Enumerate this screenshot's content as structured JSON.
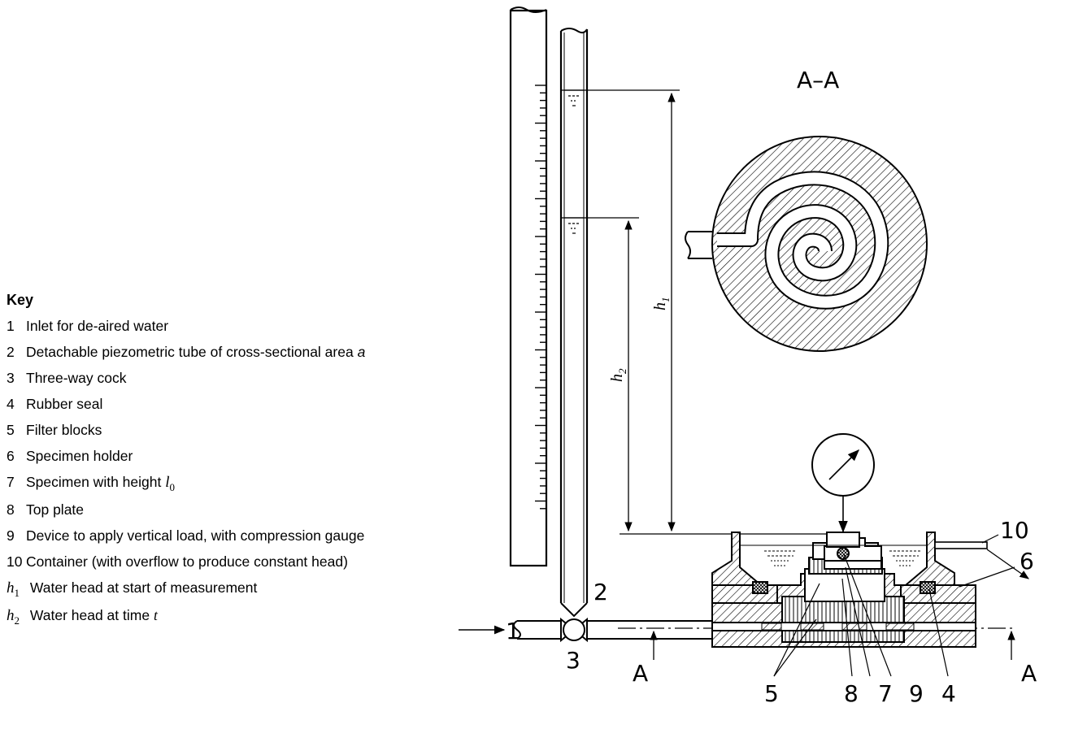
{
  "key": {
    "title": "Key",
    "items": [
      {
        "num": "1",
        "text": "Inlet for de-aired water"
      },
      {
        "num": "2",
        "text": "Detachable piezometric tube of cross-sectional area",
        "var": "a"
      },
      {
        "num": "3",
        "text": "Three-way cock"
      },
      {
        "num": "4",
        "text": "Rubber seal"
      },
      {
        "num": "5",
        "text": "Filter blocks"
      },
      {
        "num": "6",
        "text": "Specimen holder"
      },
      {
        "num": "7",
        "text": "Specimen with height",
        "var_sym": "l",
        "var_sub": "0"
      },
      {
        "num": "8",
        "text": "Top plate"
      },
      {
        "num": "9",
        "text": "Device to apply vertical load, with compression gauge"
      },
      {
        "num": "10",
        "text": "Container (with overflow to produce constant head)"
      },
      {
        "sym": "h",
        "sub": "1",
        "text": "Water head at start of measurement"
      },
      {
        "sym": "h",
        "sub": "2",
        "text": "Water head at time",
        "var": "t"
      }
    ]
  },
  "diagram": {
    "section_label": "A–A",
    "section_mark": "A",
    "dim_h": "h",
    "dim_h1_sub": "1",
    "dim_h2_sub": "2",
    "callouts": [
      "1",
      "2",
      "3",
      "4",
      "5",
      "6",
      "7",
      "8",
      "9",
      "10"
    ]
  }
}
